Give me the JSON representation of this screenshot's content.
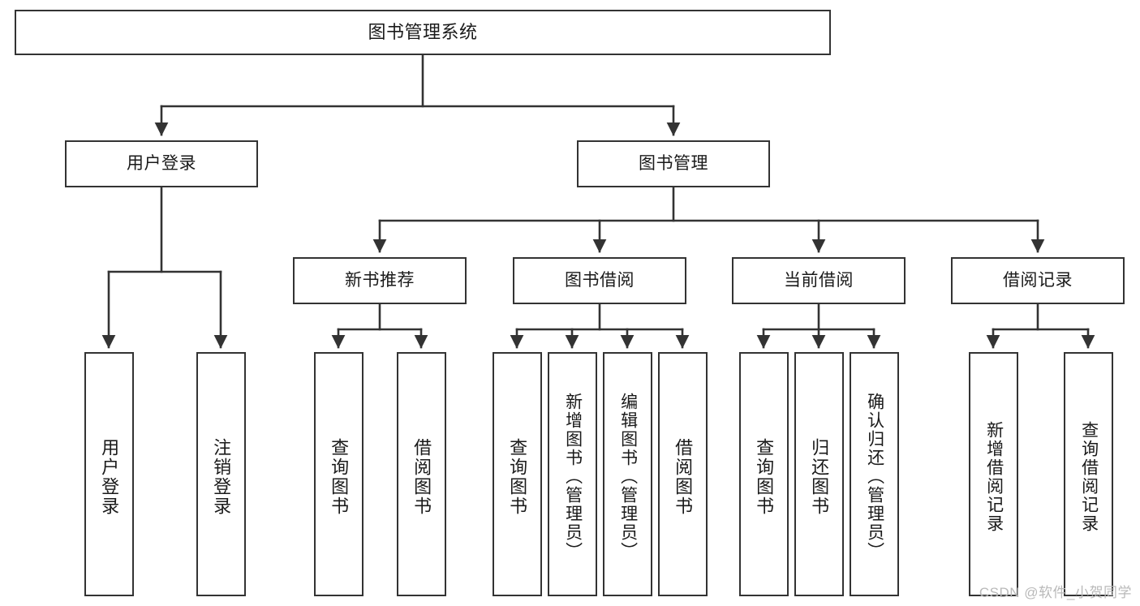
{
  "diagram": {
    "title": "图书管理系统",
    "type": "tree-hierarchy",
    "stroke_color": "#333333",
    "fill_color": "#ffffff",
    "text_color": "#1a1a1a",
    "watermark": "CSDN @软件_小贺同学"
  },
  "nodes": {
    "root": {
      "label": "图书管理系统"
    },
    "level1": [
      {
        "label": "用户登录"
      },
      {
        "label": "图书管理"
      }
    ],
    "level2": [
      {
        "label": "新书推荐"
      },
      {
        "label": "图书借阅"
      },
      {
        "label": "当前借阅"
      },
      {
        "label": "借阅记录"
      }
    ],
    "leaves_user_login": [
      {
        "label": "用户登录"
      },
      {
        "label": "注销登录"
      }
    ],
    "leaves_new_book": [
      {
        "label": "查询图书"
      },
      {
        "label": "借阅图书"
      }
    ],
    "leaves_borrow": [
      {
        "label": "查询图书"
      },
      {
        "label": "新增图书（管理员）"
      },
      {
        "label": "编辑图书（管理员）"
      },
      {
        "label": "借阅图书"
      }
    ],
    "leaves_current": [
      {
        "label": "查询图书"
      },
      {
        "label": "归还图书"
      },
      {
        "label": "确认归还（管理员）"
      }
    ],
    "leaves_records": [
      {
        "label": "新增借阅记录"
      },
      {
        "label": "查询借阅记录"
      }
    ]
  }
}
